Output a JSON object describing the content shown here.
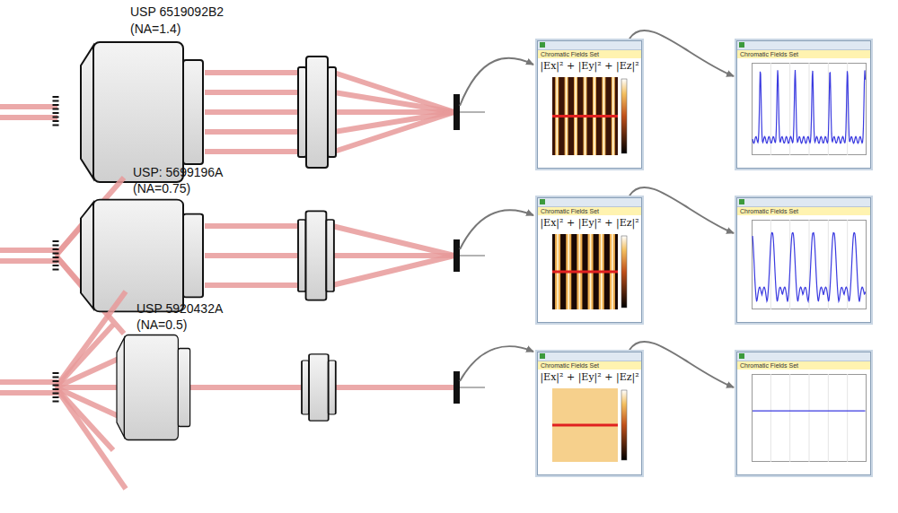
{
  "diagram": {
    "nodes": [
      {
        "text": [
          "Chromatic Fields Set",
          "|Ex|² + |Ey|² + |Ez|²"
        ]
      },
      {
        "text": [
          "Chromatic Fields Set"
        ]
      },
      {
        "text": [
          "Chromatic Fields Set",
          "|Ex|² + |Ey|² + |Ez|²"
        ]
      },
      {
        "text": [
          "Chromatic Fields Set"
        ]
      },
      {
        "text": [
          "Chromatic Fields Set",
          "|Ex|² + |Ey|² + |Ez|²"
        ]
      },
      {
        "text": [
          "Chromatic Fields Set"
        ]
      }
    ],
    "edges": [
      {
        "from": 0,
        "to": 1,
        "arrow": "to"
      },
      {
        "from": 2,
        "to": 3,
        "arrow": "to"
      },
      {
        "from": 4,
        "to": 5,
        "arrow": "to"
      }
    ],
    "labels": [
      "USP  6519092B2",
      "(NA=1.4)",
      "USP: 5699196A",
      "(NA=0.75)",
      "USP 5920432A",
      "(NA=0.5)"
    ]
  }
}
